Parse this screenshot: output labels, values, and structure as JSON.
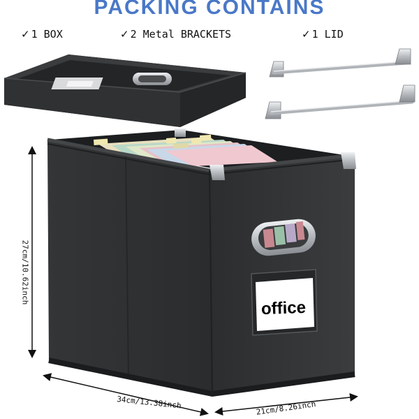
{
  "heading": "PACKING CONTAINS",
  "contents": [
    {
      "label": "1 BOX"
    },
    {
      "label": "2 Metal BRACKETS"
    },
    {
      "label": "1 LID"
    }
  ],
  "check_glyph": "✓",
  "dimensions": {
    "height": "27cm/10.62inch",
    "width": "34cm/13.38inch",
    "depth": "21cm/8.26inch"
  },
  "box_label": "office",
  "colors": {
    "heading": "#4a78c8",
    "box": "#2f3133",
    "box_dark": "#1f2123",
    "metal": "#c4c8cc"
  }
}
